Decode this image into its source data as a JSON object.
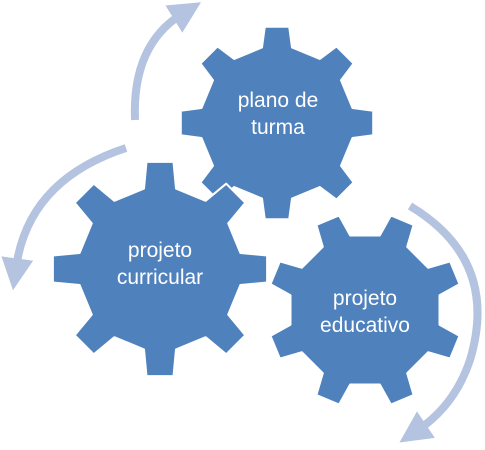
{
  "diagram": {
    "colors": {
      "gear_fill": "#4f81bd",
      "gear_stroke": "#ffffff",
      "arrow": "#b4c3df",
      "text": "#ffffff"
    },
    "gears": [
      {
        "id": "plano-de-turma",
        "label": "plano de\nturma"
      },
      {
        "id": "projeto-curricular",
        "label": "projeto\ncurricular"
      },
      {
        "id": "projeto-educativo",
        "label": "projeto\neducativo"
      }
    ]
  }
}
